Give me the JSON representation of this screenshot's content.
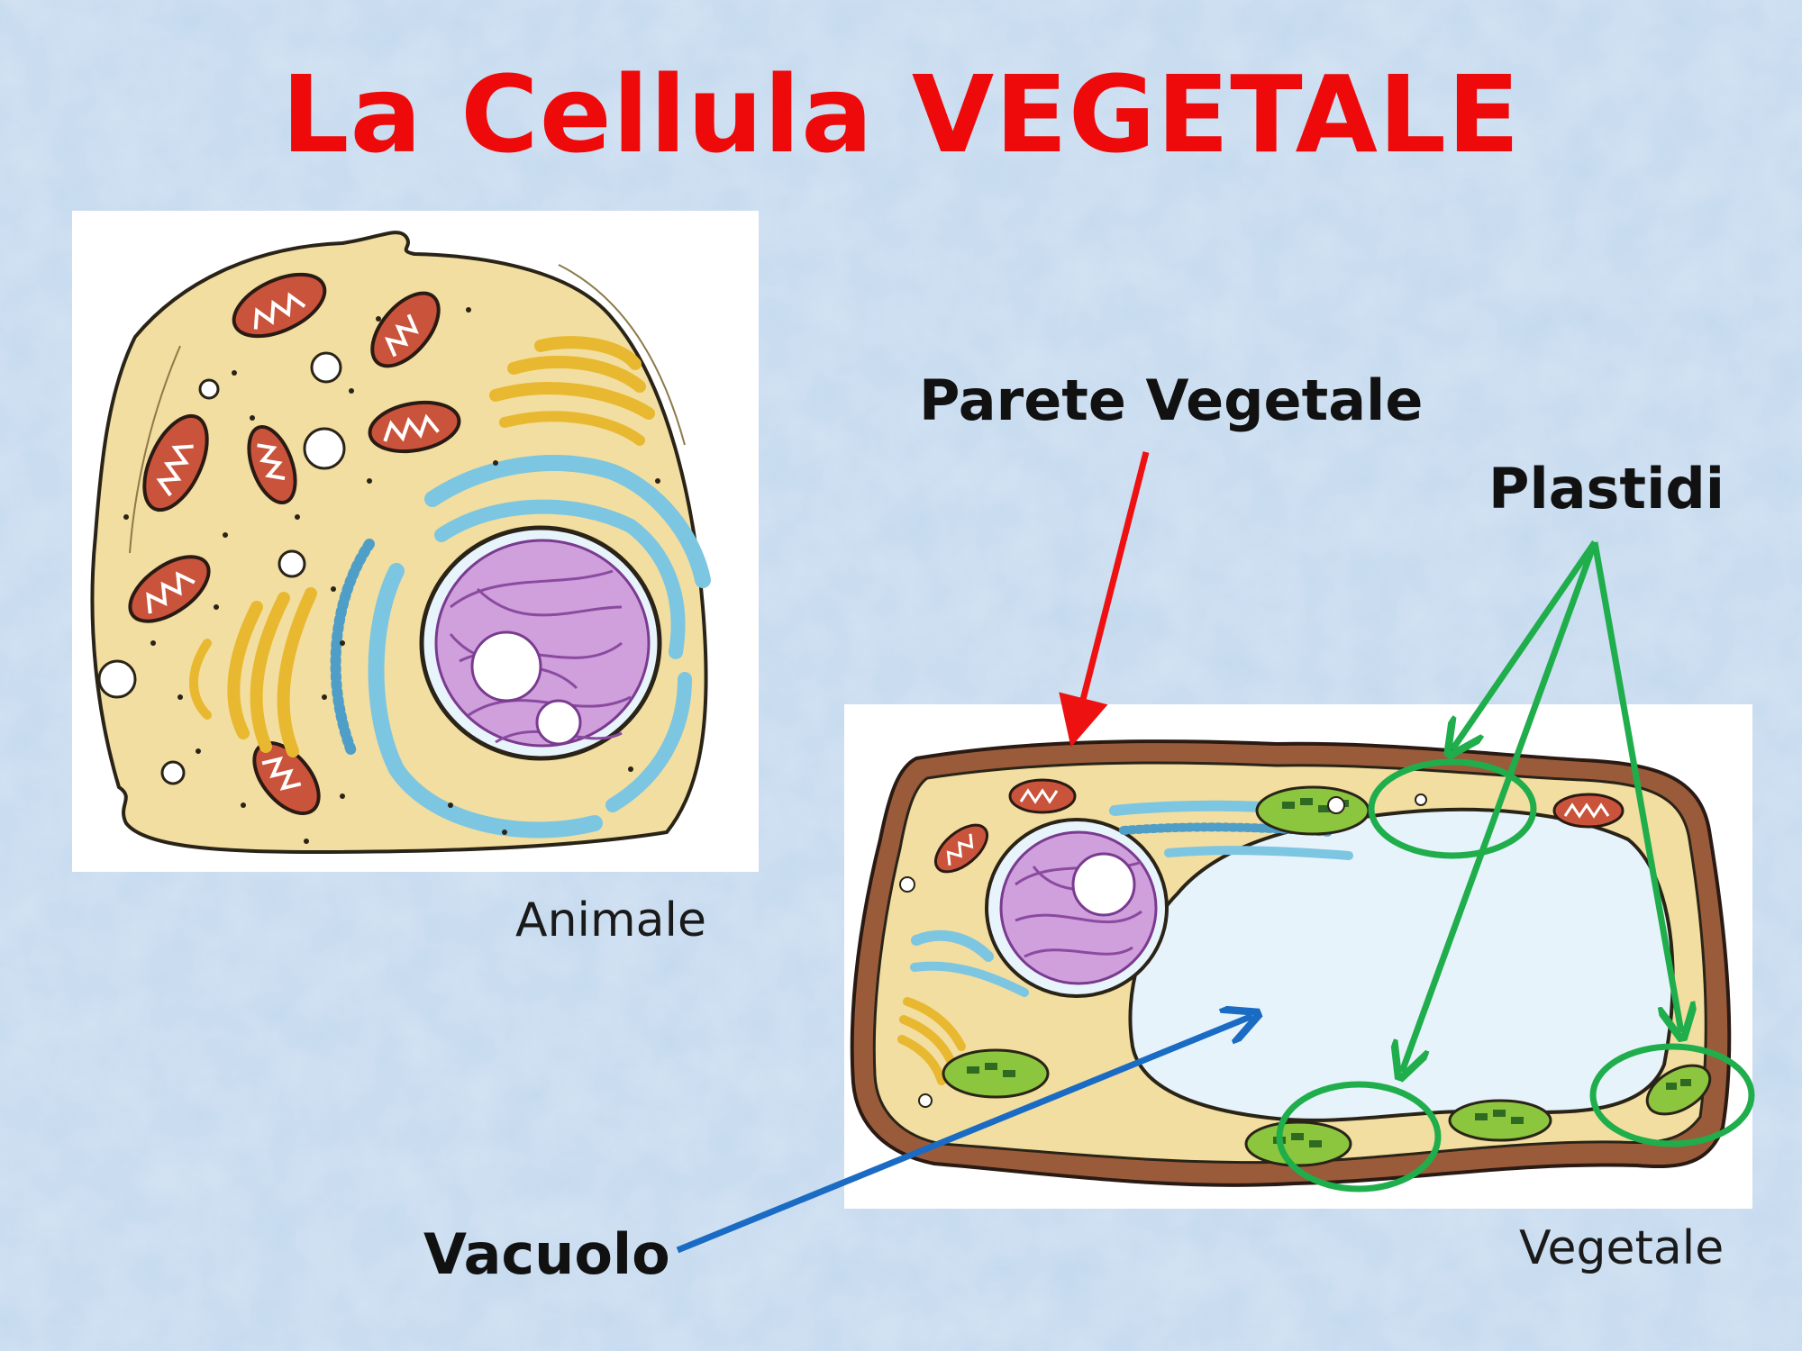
{
  "slide": {
    "title": "La Cellula VEGETALE",
    "colors": {
      "background": "#c7dcef",
      "title": "#ee0a0a",
      "wall_arrow": "#ee1111",
      "plastid_arrows": "#1fae4b",
      "vacuole_arrow": "#1a6bc4",
      "cytoplasm": "#f2deA0",
      "mitochondrion": "#c9533b",
      "golgi": "#e8b830",
      "er": "#7cc6e2",
      "nucleus": "#a25ab8",
      "chloroplast": "#8cc63f",
      "cell_wall": "#9a5b3a",
      "vacuole": "#e6f3fb"
    }
  },
  "animal_cell": {
    "caption": "Animale",
    "organelles": [
      "nucleus",
      "nucleolus",
      "mitochondrion",
      "golgi-apparatus",
      "endoplasmic-reticulum",
      "vesicle",
      "ribosome"
    ]
  },
  "plant_cell": {
    "caption": "Vegetale",
    "organelles": [
      "cell-wall",
      "vacuole",
      "chloroplast",
      "nucleus",
      "mitochondrion",
      "golgi-apparatus",
      "endoplasmic-reticulum"
    ]
  },
  "labels": {
    "wall": "Parete Vegetale",
    "plastids": "Plastidi",
    "vacuole": "Vacuolo"
  }
}
